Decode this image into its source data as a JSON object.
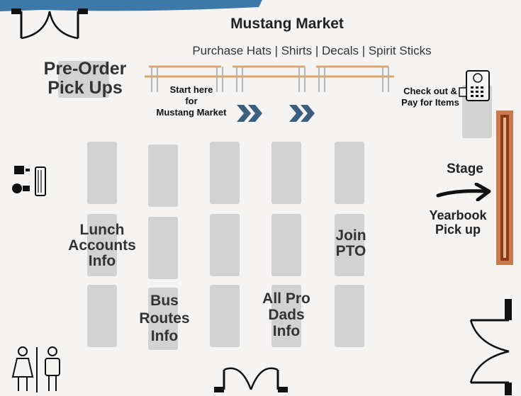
{
  "title": "Mustang Market",
  "subtitle": "Purchase Hats | Shirts | Decals | Spirit Sticks",
  "preorder": [
    "Pre-Order",
    "Pick Ups"
  ],
  "start_here": [
    "Start here",
    "for",
    "Mustang Market"
  ],
  "checkout": [
    "Check out &",
    "Pay for Items"
  ],
  "stage": "Stage",
  "yearbook": [
    "Yearbook",
    "Pick up"
  ],
  "stations": {
    "lunch": [
      "Lunch",
      "Accounts",
      "Info"
    ],
    "bus": [
      "Bus",
      "Routes",
      "Info"
    ],
    "allpro": [
      "All Pro",
      "Dads",
      "Info"
    ],
    "pto": [
      "Join",
      "PTO"
    ]
  },
  "colors": {
    "accent_blue": "#3e78a8",
    "chevron": "#3b5f7f",
    "counter_orange": "#e0a36a",
    "stage_wood": "#a0522d"
  },
  "icons": [
    "door-icon",
    "water-fountain-icon",
    "restroom-icon",
    "cash-register-icon",
    "arrow-right-icon",
    "chevron-right-icon"
  ]
}
